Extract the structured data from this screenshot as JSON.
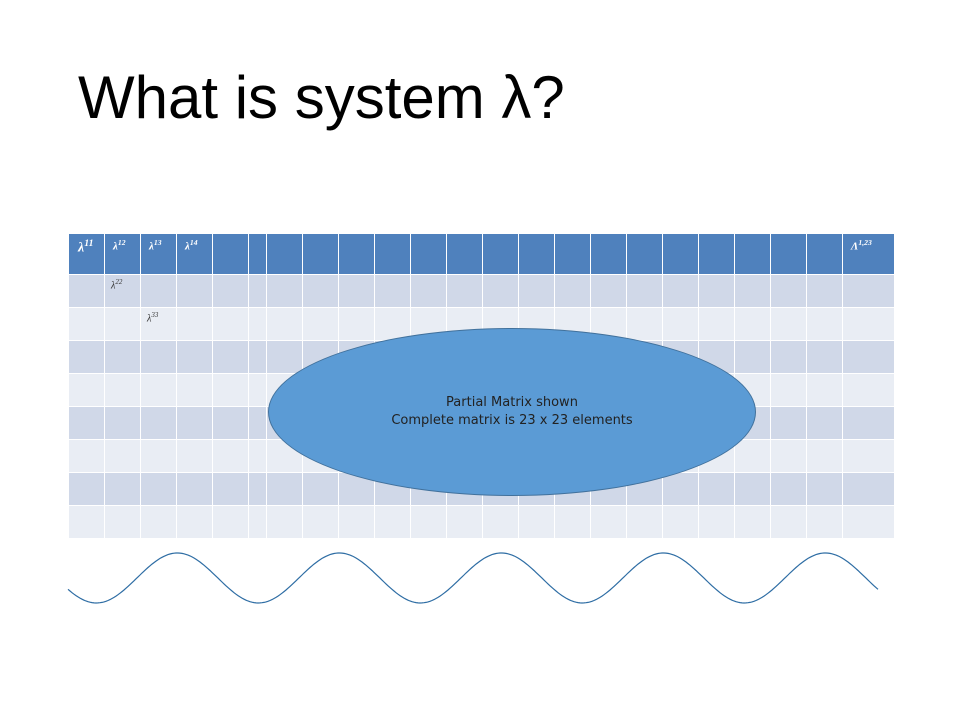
{
  "slide": {
    "title": "What is system λ?"
  },
  "matrix": {
    "header": [
      {
        "base": "λ",
        "sup": "11"
      },
      {
        "base": "λ",
        "sup": "12"
      },
      {
        "base": "λ",
        "sup": "13"
      },
      {
        "base": "λ",
        "sup": "14"
      },
      {
        "base": "",
        "sup": ""
      },
      {
        "base": "",
        "sup": ""
      },
      {
        "base": "",
        "sup": ""
      },
      {
        "base": "",
        "sup": ""
      },
      {
        "base": "",
        "sup": ""
      },
      {
        "base": "",
        "sup": ""
      },
      {
        "base": "",
        "sup": ""
      },
      {
        "base": "",
        "sup": ""
      },
      {
        "base": "",
        "sup": ""
      },
      {
        "base": "",
        "sup": ""
      },
      {
        "base": "",
        "sup": ""
      },
      {
        "base": "",
        "sup": ""
      },
      {
        "base": "",
        "sup": ""
      },
      {
        "base": "",
        "sup": ""
      },
      {
        "base": "",
        "sup": ""
      },
      {
        "base": "",
        "sup": ""
      },
      {
        "base": "",
        "sup": ""
      },
      {
        "base": "",
        "sup": ""
      },
      {
        "base": "Λ",
        "sup": "1,23"
      }
    ],
    "diagonal": [
      {
        "row": 1,
        "col": 1,
        "base": "λ",
        "sup": "22"
      },
      {
        "row": 2,
        "col": 2,
        "base": "λ",
        "sup": "33"
      }
    ],
    "body_row_count": 8
  },
  "callout": {
    "line1": "Partial Matrix shown",
    "line2": "Complete matrix is 23 x 23 elements"
  },
  "colors": {
    "header_fill": "#4f81bd",
    "row_dark": "#d0d8e8",
    "row_light": "#e9edf4",
    "callout_fill": "#5b9bd5",
    "callout_border": "#41719c",
    "wave_stroke": "#2e6da4"
  }
}
